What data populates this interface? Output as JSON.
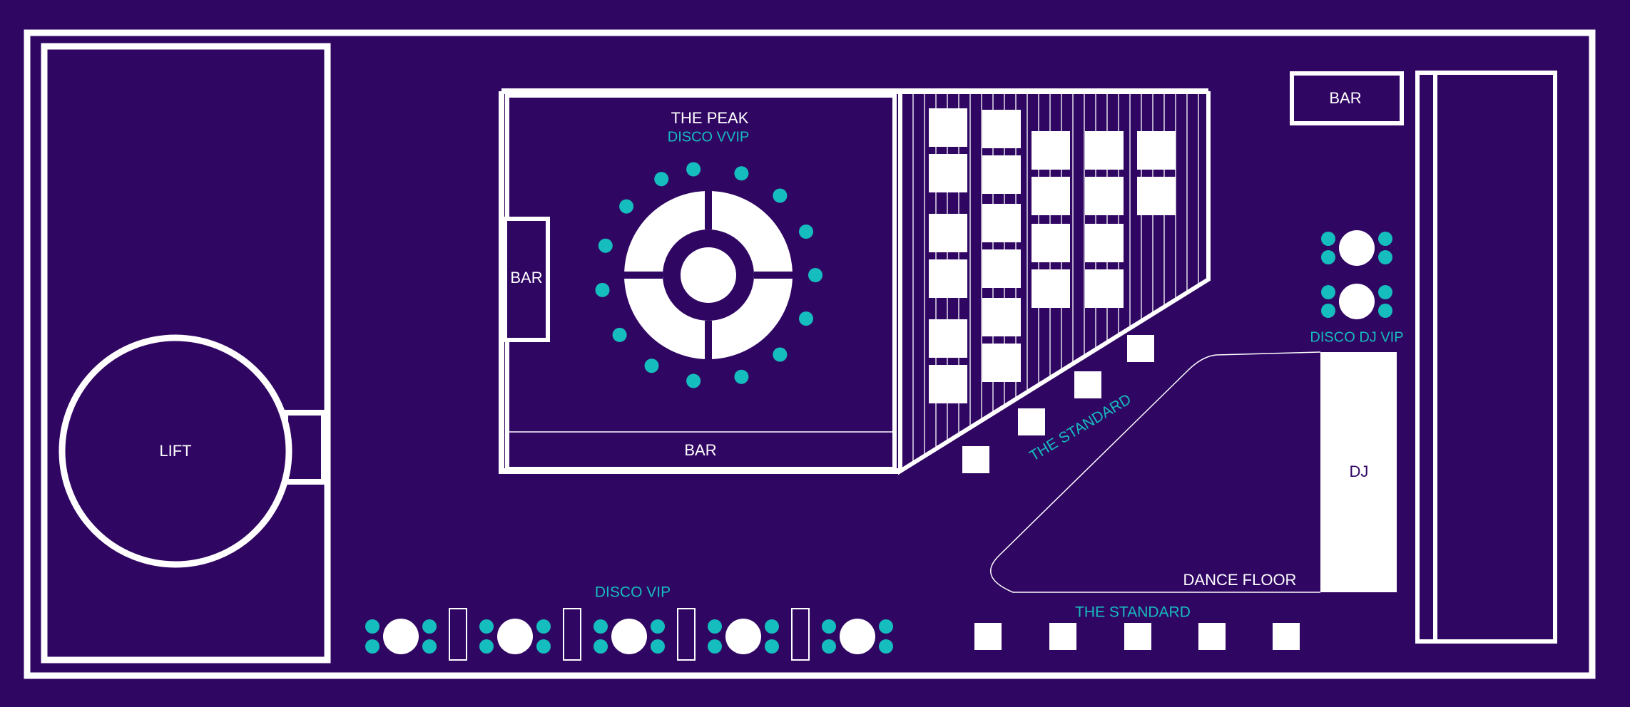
{
  "colors": {
    "background": "#300663",
    "line": "#ffffff",
    "accent": "#16bdbf",
    "dj_text": "#300663"
  },
  "labels": {
    "lift": "LIFT",
    "bar_top_right": "BAR",
    "bar_peak_side": "BAR",
    "bar_peak_bottom": "BAR",
    "peak_title": "THE PEAK",
    "peak_subtitle": "DISCO VVIP",
    "disco_dj_vip": "DISCO DJ VIP",
    "dj": "DJ",
    "dance_floor": "DANCE FLOOR",
    "standard_diagonal": "THE STANDARD",
    "standard_bottom": "THE STANDARD",
    "disco_vip": "DISCO VIP"
  }
}
